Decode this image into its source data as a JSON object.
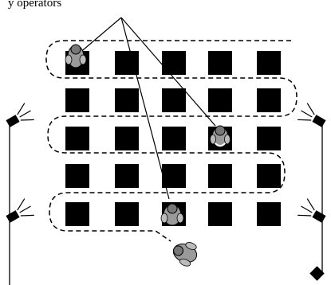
{
  "caption": "y operators",
  "grid": {
    "rows": 5,
    "cols": 5
  },
  "operator_count": 4,
  "camera_count": 4,
  "colors": {
    "ink": "#000000",
    "paper": "#ffffff",
    "figure": "#888888"
  }
}
